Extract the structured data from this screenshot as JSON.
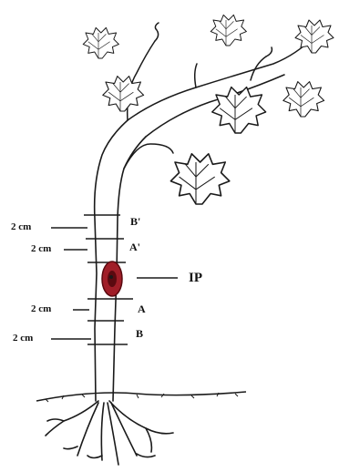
{
  "labels": {
    "upper_left_distance": "2 cm",
    "upper_right_distance": "2 cm",
    "lower_left_distance": "2 cm",
    "lower_right_distance": "2 cm",
    "mark_b_prime": "B'",
    "mark_a_prime": "A'",
    "mark_a": "A",
    "mark_b": "B",
    "inoculation_point": "IP"
  },
  "colors": {
    "ink": "#1a1a1a",
    "lesion_outer": "#a01e28",
    "lesion_inner": "#5a0a10"
  }
}
